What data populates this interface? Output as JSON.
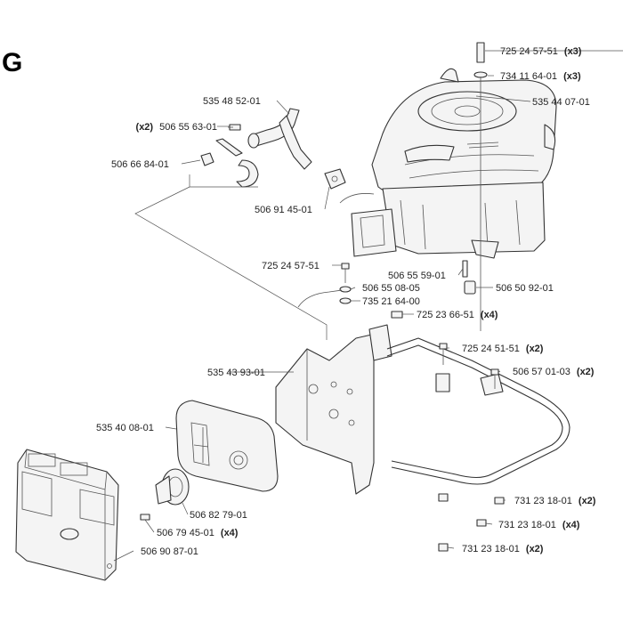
{
  "section_label": "G",
  "parts": [
    {
      "id": "p725245751a",
      "part_number": "725 24 57-51",
      "qty": "(x3)"
    },
    {
      "id": "p734116401",
      "part_number": "734 11 64-01",
      "qty": "(x3)"
    },
    {
      "id": "p535440701",
      "part_number": "535 44 07-01",
      "qty": ""
    },
    {
      "id": "p535485201",
      "part_number": "535 48 52-01",
      "qty": ""
    },
    {
      "id": "p506556301",
      "part_number": "506 55 63-01",
      "qty": "(x2)"
    },
    {
      "id": "p506668401",
      "part_number": "506 66 84-01",
      "qty": ""
    },
    {
      "id": "p506914501",
      "part_number": "506 91 45-01",
      "qty": ""
    },
    {
      "id": "p725245751b",
      "part_number": "725 24 57-51",
      "qty": ""
    },
    {
      "id": "p506555901",
      "part_number": "506 55 59-01",
      "qty": ""
    },
    {
      "id": "p506550805",
      "part_number": "506 55 08-05",
      "qty": ""
    },
    {
      "id": "p506509201",
      "part_number": "506 50 92-01",
      "qty": ""
    },
    {
      "id": "p735216400",
      "part_number": "735 21 64-00",
      "qty": ""
    },
    {
      "id": "p725236651",
      "part_number": "725 23 66-51",
      "qty": "(x4)"
    },
    {
      "id": "p725245151",
      "part_number": "725 24 51-51",
      "qty": "(x2)"
    },
    {
      "id": "p535439301",
      "part_number": "535 43 93-01",
      "qty": ""
    },
    {
      "id": "p506570103",
      "part_number": "506 57 01-03",
      "qty": "(x2)"
    },
    {
      "id": "p535400801",
      "part_number": "535 40 08-01",
      "qty": ""
    },
    {
      "id": "p731231801a",
      "part_number": "731 23 18-01",
      "qty": "(x2)"
    },
    {
      "id": "p506827901",
      "part_number": "506 82 79-01",
      "qty": ""
    },
    {
      "id": "p506794501",
      "part_number": "506 79 45-01",
      "qty": "(x4)"
    },
    {
      "id": "p731231801b",
      "part_number": "731 23 18-01",
      "qty": "(x4)"
    },
    {
      "id": "p506908701",
      "part_number": "506 90 87-01",
      "qty": ""
    },
    {
      "id": "p731231801c",
      "part_number": "731 23 18-01",
      "qty": "(x2)"
    }
  ]
}
